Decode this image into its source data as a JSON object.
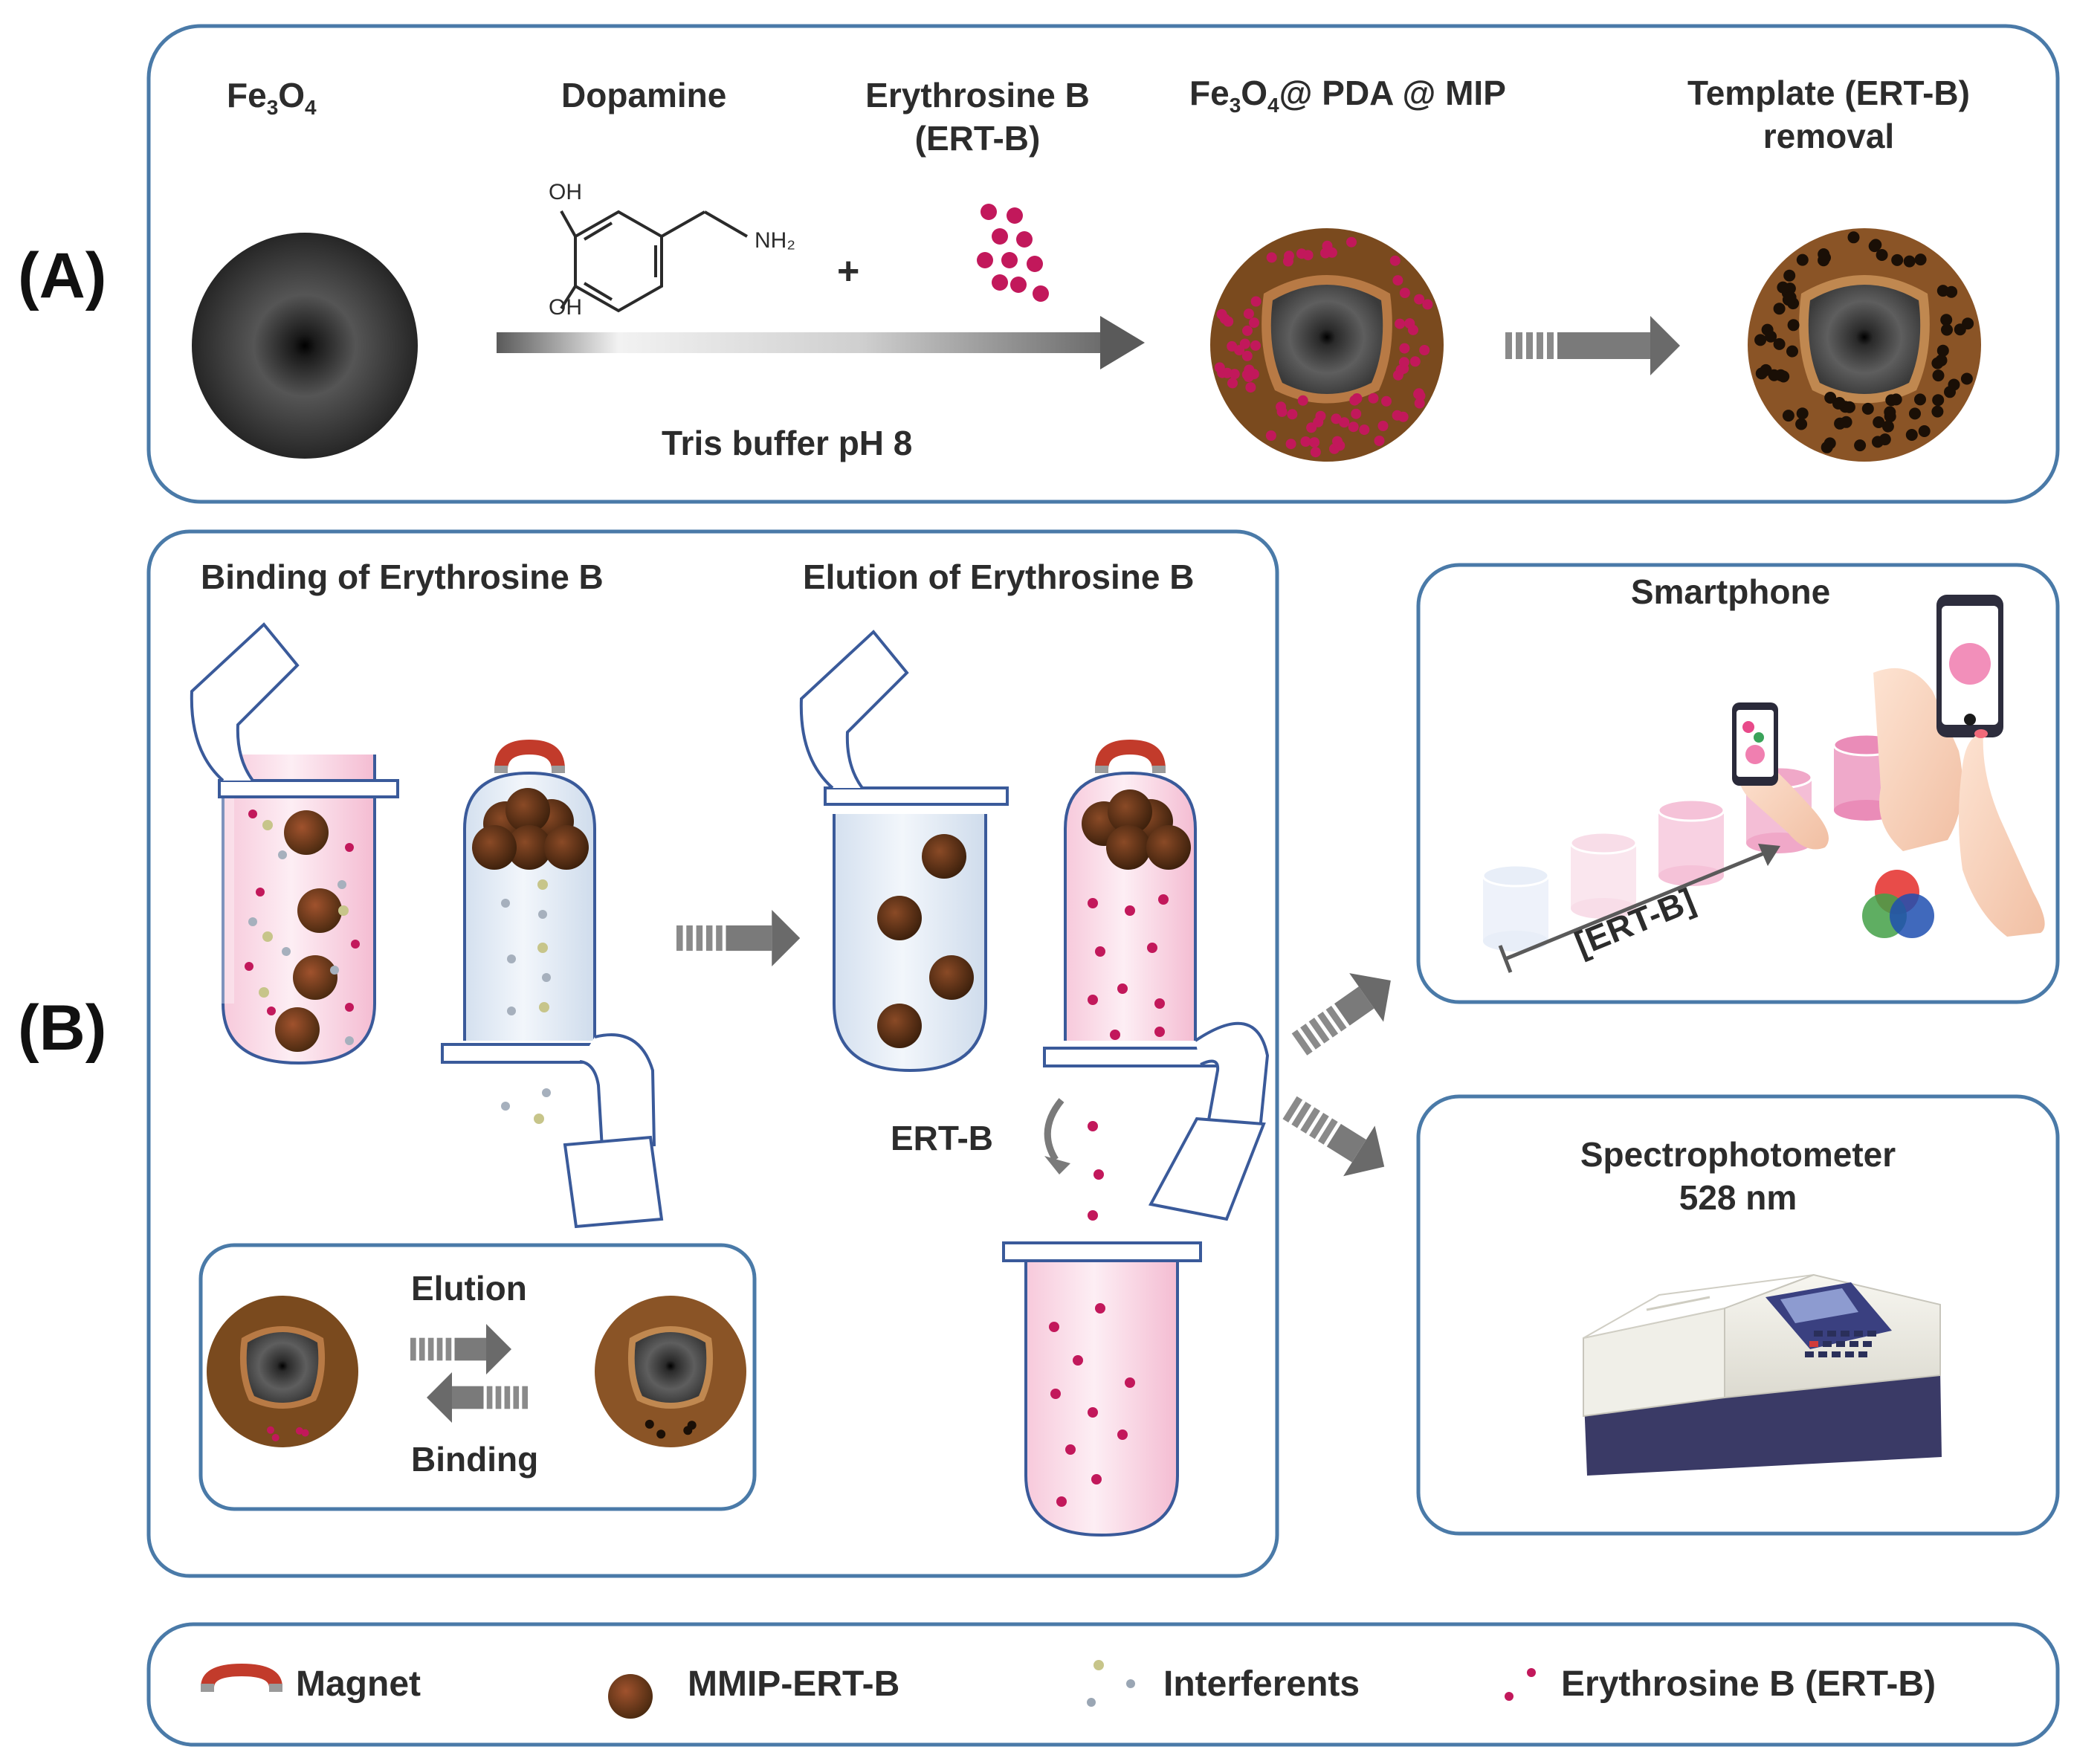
{
  "panel_labels": {
    "a": "(A)",
    "b": "(B)"
  },
  "panel_a": {
    "fe3o4": {
      "base": "Fe",
      "s1": "3",
      "mid": "O",
      "s2": "4"
    },
    "dopamine": "Dopamine",
    "erythrosine_line1": "Erythrosine B",
    "erythrosine_line2": "(ERT-B)",
    "composite": {
      "base": "Fe",
      "s1": "3",
      "mid": "O",
      "s2": "4",
      "rest": "@ PDA @ MIP"
    },
    "template_line1": "Template (ERT-B)",
    "template_line2": "removal",
    "buffer": "Tris buffer pH 8",
    "plus": "+",
    "oh_top": "OH",
    "oh_bottom": "OH",
    "nh2": "NH₂"
  },
  "panel_b": {
    "binding_title": "Binding of Erythrosine B",
    "elution_title": "Elution of Erythrosine B",
    "ert_b_label": "ERT-B",
    "inset_elution": "Elution",
    "inset_binding": "Binding",
    "smartphone_title": "Smartphone",
    "concentration_axis": "[ERT-B]",
    "spectro_line1": "Spectrophotometer",
    "spectro_line2": "528 nm"
  },
  "legend": [
    {
      "icon": "magnet-icon",
      "label": "Magnet"
    },
    {
      "icon": "mmip-particle-icon",
      "label": "MMIP-ERT-B"
    },
    {
      "icon": "interferents-icon",
      "label": "Interferents"
    },
    {
      "icon": "erythrosine-dots-icon",
      "label": "Erythrosine B (ERT-B)"
    }
  ],
  "colors": {
    "frame": "#4a7aa8",
    "dye": "#c2185b",
    "pda_shell": "#7a4a1e",
    "mmip": "#5a3512",
    "core": "#2a2a2a",
    "arrow": "#6a6a6a",
    "magnet": "#c23b2b"
  }
}
